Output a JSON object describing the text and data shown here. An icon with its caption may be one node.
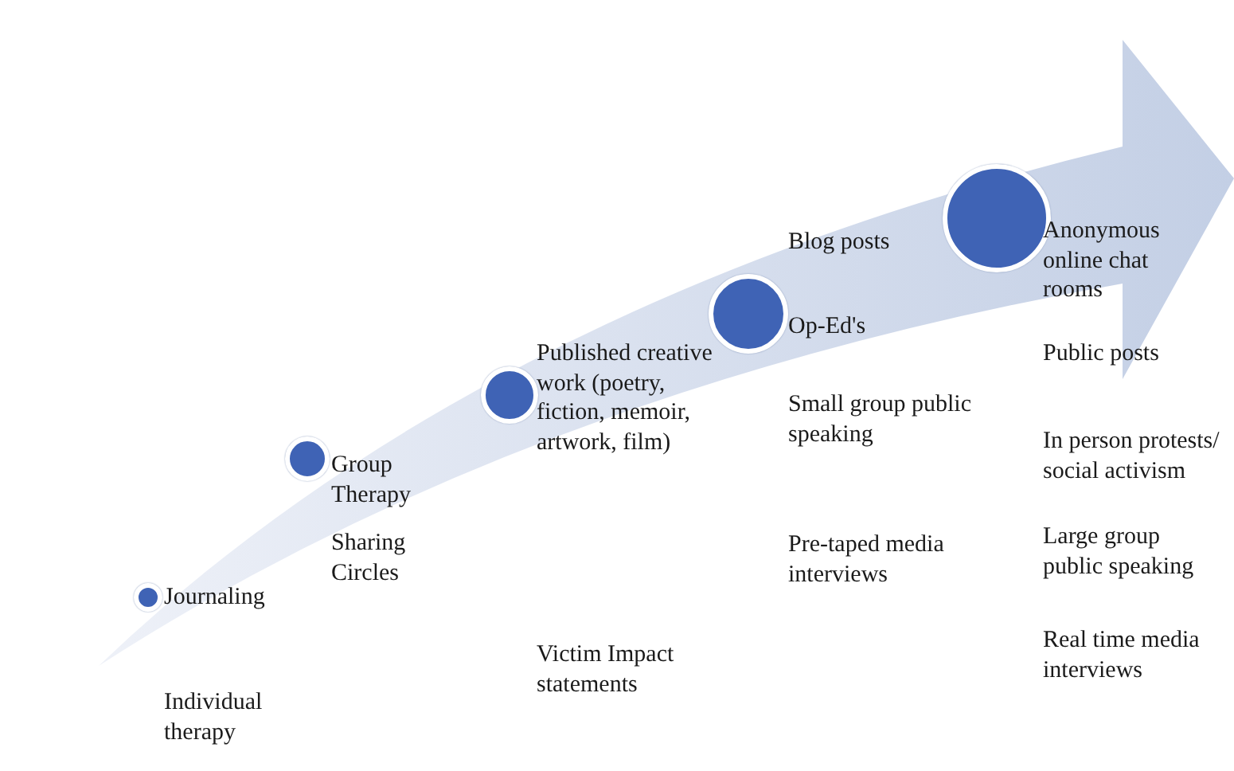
{
  "diagram": {
    "nodes": [
      {
        "text": [
          "Journaling"
        ]
      },
      {
        "text": [
          "Group Therapy"
        ]
      },
      {
        "text": [
          "Published creative work (poetry, fiction, memoir, artwork, film)"
        ]
      },
      {
        "text": [
          "Blog posts"
        ]
      },
      {
        "text": [],
        "shape": "circle"
      }
    ],
    "labels": [
      "Individual therapy",
      "Sharing Circles",
      "Victim Impact statements",
      "Op-Ed's",
      "Small group public speaking",
      "Pre-taped media interviews",
      "Anonymous online chat rooms",
      "Public posts",
      "In person protests/ social activism",
      "Large group public speaking",
      "Real time media interviews"
    ]
  }
}
